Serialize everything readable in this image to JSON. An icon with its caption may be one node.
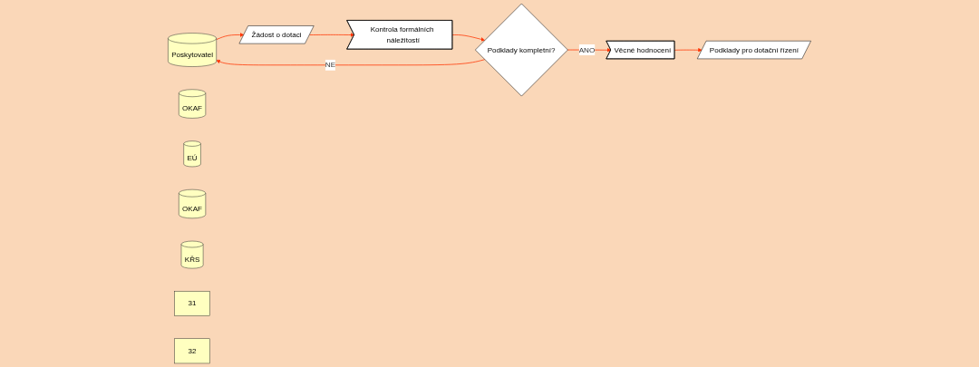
{
  "diagram": {
    "nodes": [
      {
        "text": [
          "Poskytovatel"
        ]
      },
      {
        "text": [
          "OKAF"
        ]
      },
      {
        "text": [
          "EÚ"
        ]
      },
      {
        "text": [
          "OKAF"
        ]
      },
      {
        "text": [
          "KŘS"
        ]
      },
      {
        "text": [
          "Žádost o dotaci"
        ]
      },
      {
        "text": [
          "31"
        ]
      },
      {
        "text": [
          "Kontrola formálních náležitostí"
        ]
      },
      {
        "text": [
          "Podklady kompletní?"
        ]
      },
      {
        "text": [
          "Věcné hodnocení"
        ]
      },
      {
        "text": [
          "32"
        ]
      },
      {
        "text": [
          "Podklady pro dotační řízení"
        ]
      }
    ],
    "edges": [
      {
        "from": 0,
        "to": 5,
        "arrow": "to"
      },
      {
        "from": 5,
        "to": 7,
        "arrow": "to"
      },
      {
        "from": 7,
        "to": 8,
        "arrow": "to"
      },
      {
        "from": 8,
        "to": 0,
        "arrow": "to",
        "label": "NE"
      },
      {
        "from": 8,
        "to": 9,
        "arrow": "to",
        "label": "ANO"
      },
      {
        "from": 9,
        "to": 11,
        "arrow": "to"
      }
    ]
  }
}
